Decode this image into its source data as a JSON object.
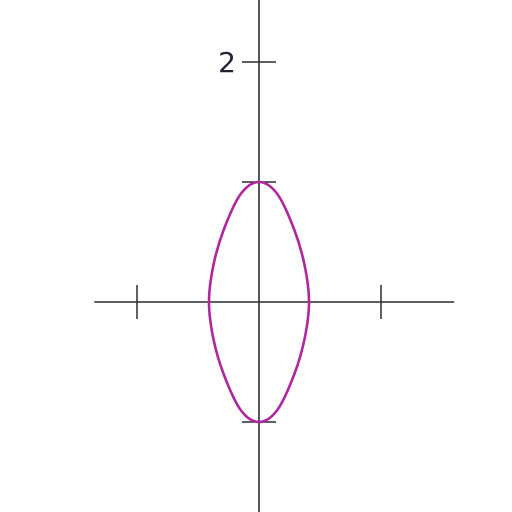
{
  "chart_data": {
    "type": "line",
    "title": "",
    "xlabel": "",
    "ylabel": "",
    "xlim": [
      -2.7,
      3.2
    ],
    "ylim": [
      -3.3,
      4.1
    ],
    "grid": false,
    "legend": "none",
    "x_ticks": [
      {
        "value": -2,
        "label": ""
      },
      {
        "value": 2,
        "label": ""
      }
    ],
    "y_ticks": [
      {
        "value": 2,
        "label": "2"
      },
      {
        "value": 1,
        "label": ""
      },
      {
        "value": -1,
        "label": ""
      }
    ],
    "series": [
      {
        "color": "#b0269f",
        "points": [
          [
            0,
            1
          ],
          [
            0.3,
            0.9
          ],
          [
            0.58,
            0.6
          ],
          [
            0.75,
            0.3
          ],
          [
            0.82,
            0
          ],
          [
            0.75,
            -0.3
          ],
          [
            0.58,
            -0.6
          ],
          [
            0.3,
            -0.9
          ],
          [
            0,
            -1
          ],
          [
            -0.3,
            -0.9
          ],
          [
            -0.58,
            -0.6
          ],
          [
            -0.75,
            -0.3
          ],
          [
            -0.82,
            0
          ],
          [
            -0.75,
            0.3
          ],
          [
            -0.58,
            0.6
          ],
          [
            -0.3,
            0.9
          ],
          [
            0,
            1
          ]
        ]
      }
    ]
  }
}
